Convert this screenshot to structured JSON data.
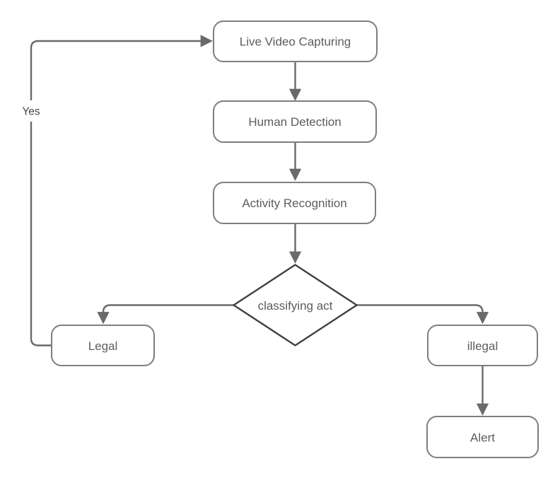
{
  "diagram": {
    "background_color": "#ffffff",
    "node_border_color": "#7e7e7e",
    "decision_border_color": "#404040",
    "edge_color": "#6a6a6a",
    "text_color": "#5c5c5c",
    "nodes": [
      {
        "id": "live-video-capturing",
        "label": "Live Video Capturing",
        "shape": "rounded-rect"
      },
      {
        "id": "human-detection",
        "label": "Human Detection",
        "shape": "rounded-rect"
      },
      {
        "id": "activity-recognition",
        "label": "Activity Recognition",
        "shape": "rounded-rect"
      },
      {
        "id": "classifying-act",
        "label": "classifying act",
        "shape": "diamond"
      },
      {
        "id": "legal",
        "label": "Legal",
        "shape": "rounded-rect"
      },
      {
        "id": "illegal",
        "label": "illegal",
        "shape": "rounded-rect"
      },
      {
        "id": "alert",
        "label": "Alert",
        "shape": "rounded-rect"
      }
    ],
    "edges": [
      {
        "from": "live-video-capturing",
        "to": "human-detection",
        "label": ""
      },
      {
        "from": "human-detection",
        "to": "activity-recognition",
        "label": ""
      },
      {
        "from": "activity-recognition",
        "to": "classifying-act",
        "label": ""
      },
      {
        "from": "classifying-act",
        "to": "legal",
        "label": ""
      },
      {
        "from": "classifying-act",
        "to": "illegal",
        "label": ""
      },
      {
        "from": "illegal",
        "to": "alert",
        "label": ""
      },
      {
        "from": "legal",
        "to": "live-video-capturing",
        "label": "Yes"
      }
    ]
  }
}
